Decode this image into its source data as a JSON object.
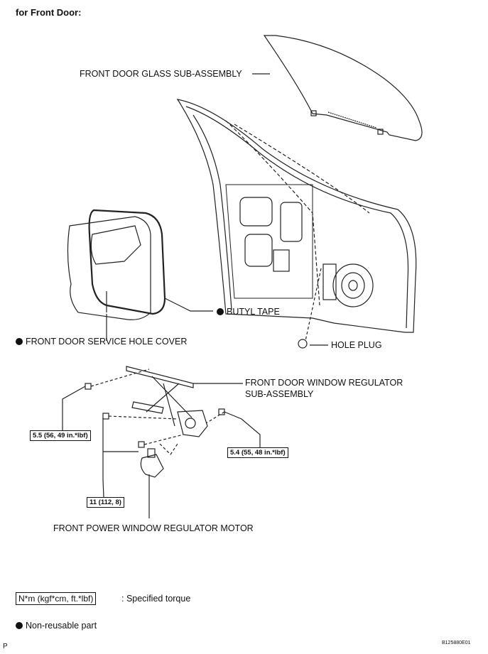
{
  "header": "for Front Door:",
  "labels": {
    "glass": "FRONT DOOR GLASS SUB-ASSEMBLY",
    "butyl_tape": "BUTYL TAPE",
    "service_hole_cover": "FRONT DOOR SERVICE HOLE COVER",
    "hole_plug": "HOLE PLUG",
    "regulator_line1": "FRONT DOOR WINDOW REGULATOR",
    "regulator_line2": "SUB-ASSEMBLY",
    "motor": "FRONT POWER WINDOW REGULATOR MOTOR"
  },
  "torque": {
    "t1": "5.5 (56, 49 in.*lbf)",
    "t2": "5.4 (55, 48 in.*lbf)",
    "t3": "11 (112, 8)"
  },
  "legend": {
    "unit_box": "N*m (kgf*cm, ft.*lbf)",
    "unit_text": ": Specified torque",
    "nonreusable": "Non-reusable part"
  },
  "footer": {
    "left": "P",
    "code": "B125880E01"
  }
}
